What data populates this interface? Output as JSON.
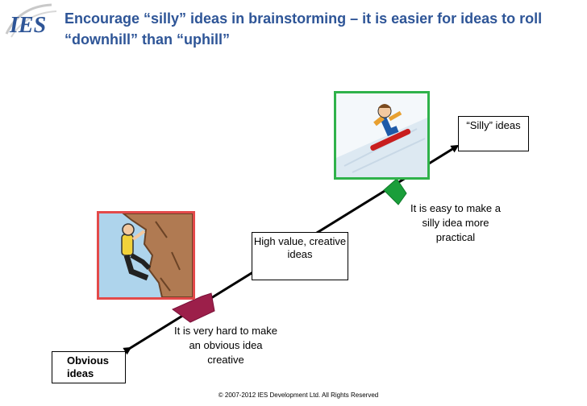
{
  "logo": {
    "text": "IES",
    "icon": "ies-logo"
  },
  "title": "Encourage “silly” ideas in brainstorming – it is easier for ideas to roll “downhill” than “uphill”",
  "boxes": {
    "obvious": "Obvious ideas",
    "high_value": "High value, creative ideas",
    "silly": "“Silly” ideas"
  },
  "notes": {
    "hard": "It is very hard to make an obvious idea creative",
    "easy": "It is easy to make a silly idea more practical"
  },
  "colors": {
    "title": "#2e5597",
    "arrow_up": "#9c1f4a",
    "arrow_down": "#1a9e3a",
    "frame_red": "#e34a4a",
    "frame_green": "#2fb24a"
  },
  "pictures": {
    "climber": "rock-climber-clipart",
    "snowboarder": "snowboarder-clipart"
  },
  "copyright": "© 2007-2012 IES Development Ltd.  All Rights Reserved"
}
